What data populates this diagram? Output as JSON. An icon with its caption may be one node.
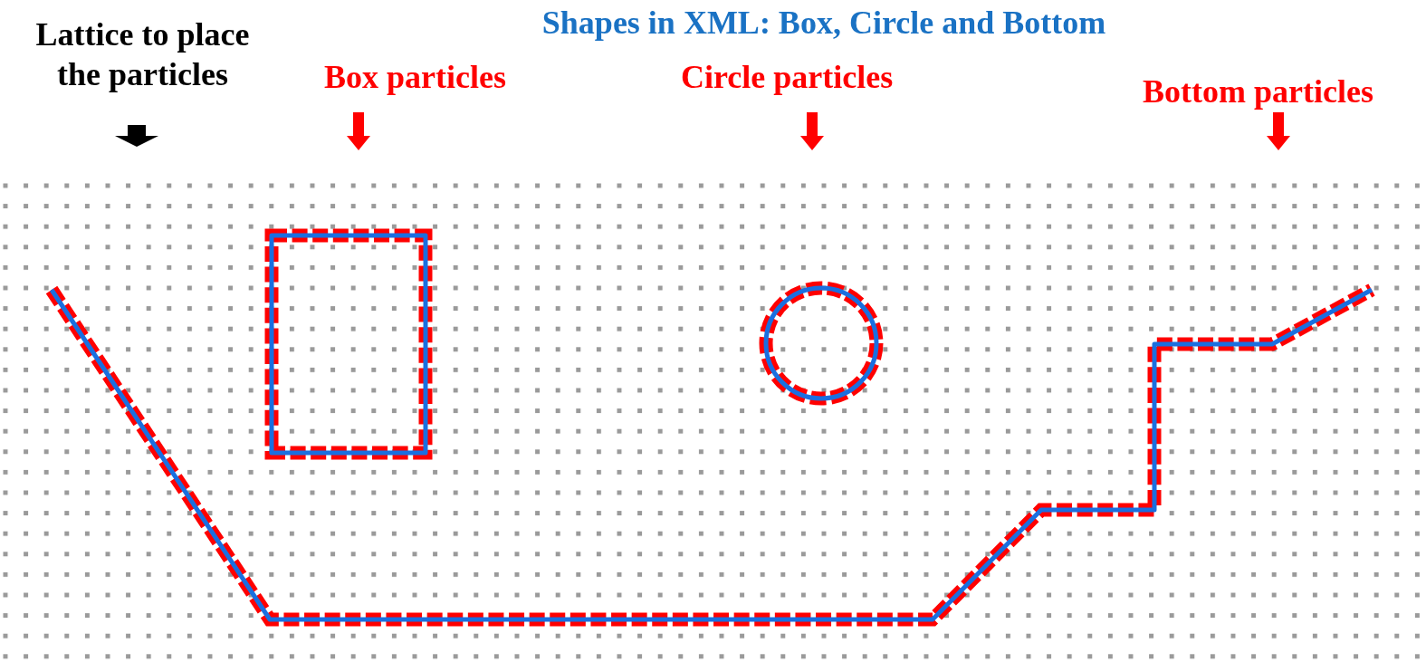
{
  "diagram": {
    "title": "Shapes in XML: Box, Circle and Bottom",
    "labels": [
      "Lattice to place the particles",
      "Box particles",
      "Circle particles",
      "Bottom particles"
    ]
  }
}
